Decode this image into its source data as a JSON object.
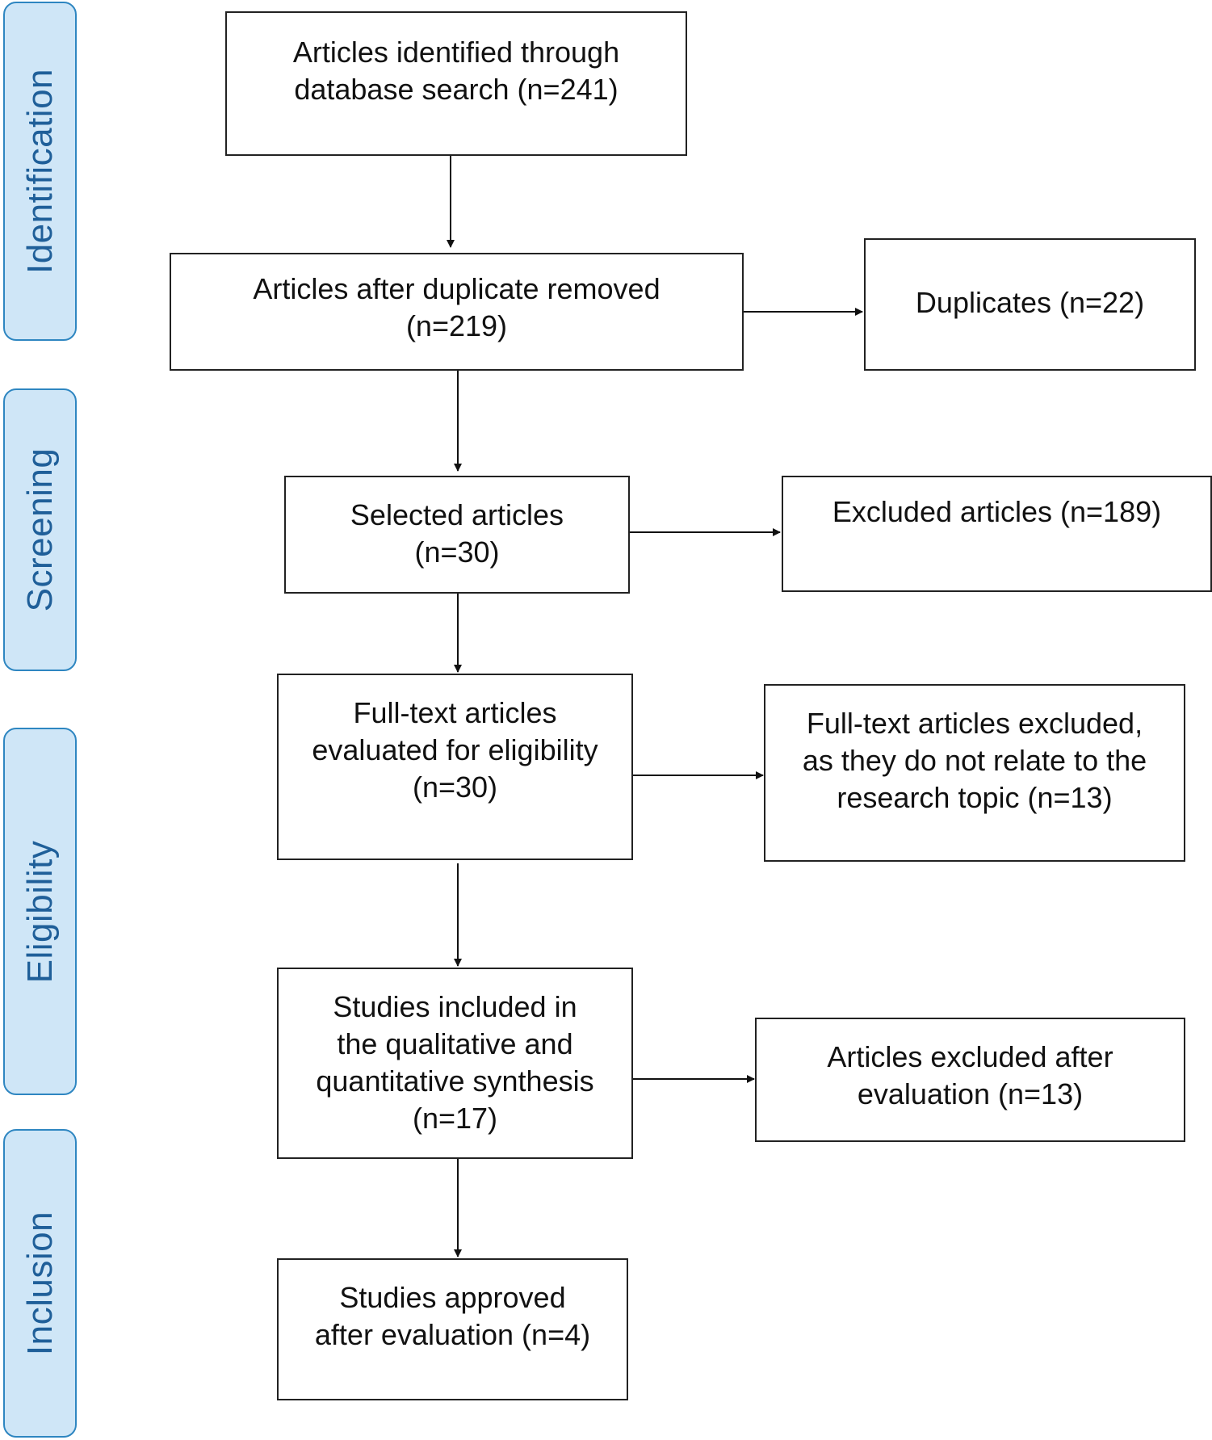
{
  "stages": {
    "identification": "Identification",
    "screening": "Screening",
    "eligibility": "Eligibility",
    "inclusion": "Inclusion"
  },
  "boxes": {
    "identified": "Articles identified through\ndatabase search (n=241)",
    "after_duplicates": "Articles after duplicate removed\n(n=219)",
    "duplicates": "Duplicates (n=22)",
    "selected": "Selected articles\n(n=30)",
    "excluded": "Excluded articles (n=189)",
    "full_text": "Full-text articles\nevaluated for eligibility\n(n=30)",
    "full_text_excluded": "Full-text articles excluded,\nas they do not relate to the\nresearch topic (n=13)",
    "included": "Studies included in\nthe qualitative and\nquantitative synthesis\n(n=17)",
    "excluded_after_evaluation": "Articles excluded after\nevaluation (n=13)",
    "approved": "Studies approved\nafter evaluation (n=4)"
  },
  "colors": {
    "stage_fill": "#cfe6f7",
    "stage_border": "#2e86c1",
    "stage_text": "#1f5f99",
    "box_border": "#222222",
    "arrow": "#111111"
  }
}
